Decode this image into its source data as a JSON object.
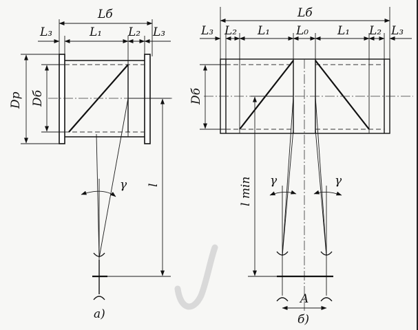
{
  "labels": {
    "L_total": "Lб",
    "L1": "L₁",
    "L2": "L₂",
    "L3": "L₃",
    "L0": "L₀",
    "Dp": "Dp",
    "Db": "Dб",
    "gamma": "γ",
    "l": "l",
    "lmin": "l min",
    "A": "A"
  },
  "captions": {
    "left": "а)",
    "right": "б)"
  }
}
